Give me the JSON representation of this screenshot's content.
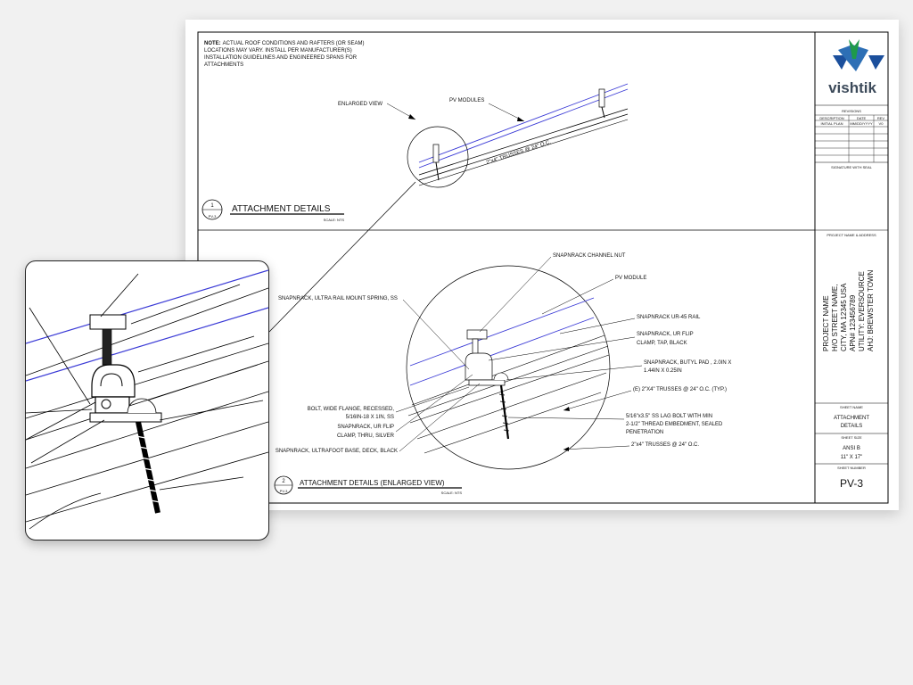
{
  "note": {
    "label": "NOTE:",
    "lines": [
      "ACTUAL ROOF CONDITIONS AND RAFTERS (OR SEAM)",
      "LOCATIONS MAY VARY. INSTALL PER MANUFACTURER(S)",
      "INSTALLATION GUIDELINES AND ENGINEERED SPANS FOR",
      "ATTACHMENTS"
    ]
  },
  "detail1": {
    "number": "1",
    "sheet_ref": "PV-3",
    "title": "ATTACHMENT DETAILS",
    "scale": "SCALE: NTS",
    "labels": {
      "enlarged_view": "ENLARGED VIEW",
      "pv_modules": "PV MODULES",
      "trusses": "2\"x4\" TRUSSES @ 24\" O.C."
    }
  },
  "detail2": {
    "number": "2",
    "sheet_ref": "PV-3",
    "title": "ATTACHMENT DETAILS (ENLARGED VIEW)",
    "scale": "SCALE: NTS",
    "labels": {
      "channel_nut": "SNAPNRACK CHANNEL NUT",
      "pv_module": "PV MODULE",
      "mount_spring": "SNAPNRACK, ULTRA RAIL MOUNT SPRING, SS",
      "ur45_rail": "SNAPNRACK UR-45 RAIL",
      "ur_flip_tap": [
        "SNAPNRACK, UR FLIP",
        "CLAMP, TAP, BLACK"
      ],
      "butyl_pad": [
        "SNAPNRACK, BUTYL PAD , 2.0IN X",
        "1.44IN X 0.25IN"
      ],
      "trusses_typ": "(E) 2\"X4\" TRUSSES @ 24\" O.C. (TYP.)",
      "bolt_flange": [
        "BOLT, WIDE FLANGE, RECESSED,",
        "5/16IN-18 X 1IN, SS"
      ],
      "ur_flip_thru": [
        "SNAPNRACK, UR FLIP",
        "CLAMP, THRU, SILVER"
      ],
      "lag_bolt": [
        "5/16\"x3.5\" SS LAG BOLT WITH MIN",
        "2-1/2\" THREAD EMBEDMENT, SEALED",
        "PENETRATION"
      ],
      "trusses": "2\"x4\" TRUSSES @ 24\" O.C.",
      "ultrafoot": "SNAPNRACK, ULTRAFOOT BASE, DECK, BLACK"
    }
  },
  "title_block": {
    "logo_text": "vishtik",
    "revisions_title": "REVISIONS",
    "rev_headers": [
      "DESCRIPTION",
      "DATE",
      "REV"
    ],
    "rev_rows": [
      [
        "INITIAL PLAN",
        "MM/DD/YYYY",
        "V0"
      ]
    ],
    "signature": "SIGNATURE WITH SEAL",
    "project_header": "PROJECT NAME & ADDRESS",
    "project_lines": [
      "PROJECT NAME",
      "H/O STREET NAME,",
      "CITY, MA 12345 USA",
      "APN# 123456789",
      "UTILITY: EVERSOURCE",
      "AHJ: BREWSTER TOWN"
    ],
    "sheet_name_label": "SHEET NAME",
    "sheet_name": [
      "ATTACHMENT",
      "DETAILS"
    ],
    "sheet_size_label": "SHEET SIZE",
    "sheet_size": [
      "ANSI B",
      "11\" X 17\""
    ],
    "sheet_number_label": "SHEET NUMBER",
    "sheet_number": "PV-3"
  },
  "colors": {
    "module_line": "#3a3ad6",
    "logo_green": "#1e9a4a",
    "logo_blue": "#1b4f9c",
    "logo_text": "#3c4a5a"
  }
}
